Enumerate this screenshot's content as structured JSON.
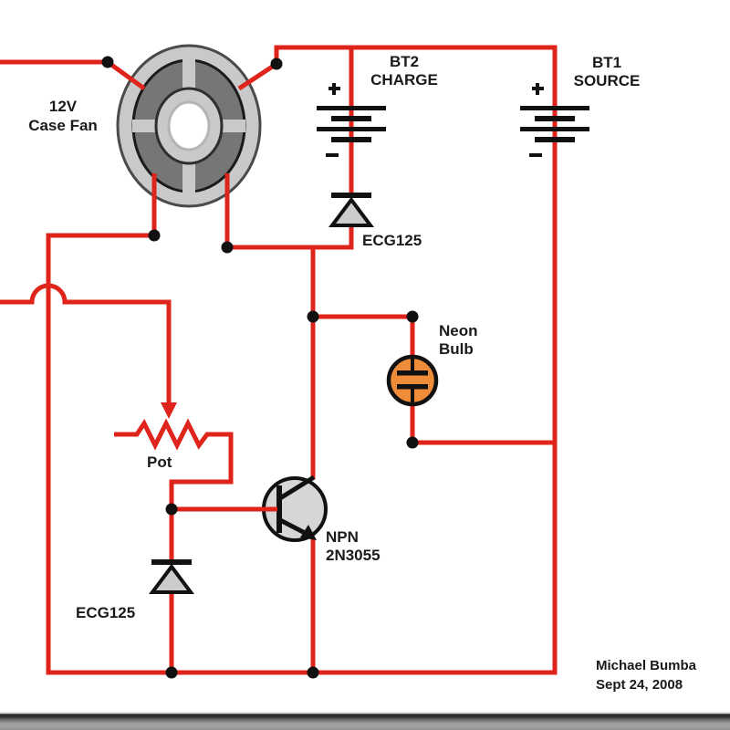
{
  "diagram": {
    "labels": {
      "fan": {
        "line1": "12V",
        "line2": "Case Fan"
      },
      "bt2": {
        "name": "BT2",
        "role": "CHARGE"
      },
      "bt1": {
        "name": "BT1",
        "role": "SOURCE"
      },
      "diode_top": "ECG125",
      "diode_bottom": "ECG125",
      "neon": {
        "line1": "Neon",
        "line2": "Bulb"
      },
      "pot": "Pot",
      "transistor": {
        "line1": "NPN",
        "line2": "2N3055"
      },
      "credit": {
        "author": "Michael Bumba",
        "date": "Sept 24, 2008"
      }
    },
    "colors": {
      "wire": "#df241c",
      "junction": "#111111",
      "ink": "#111111",
      "neon_fill": "#ef8c3a",
      "diode_fill": "#cccccc",
      "transistor_fill": "#d6d6d6",
      "fan_frame": "#c9c9c9",
      "fan_pad": "#767676",
      "text": "#1a1a1a"
    }
  }
}
